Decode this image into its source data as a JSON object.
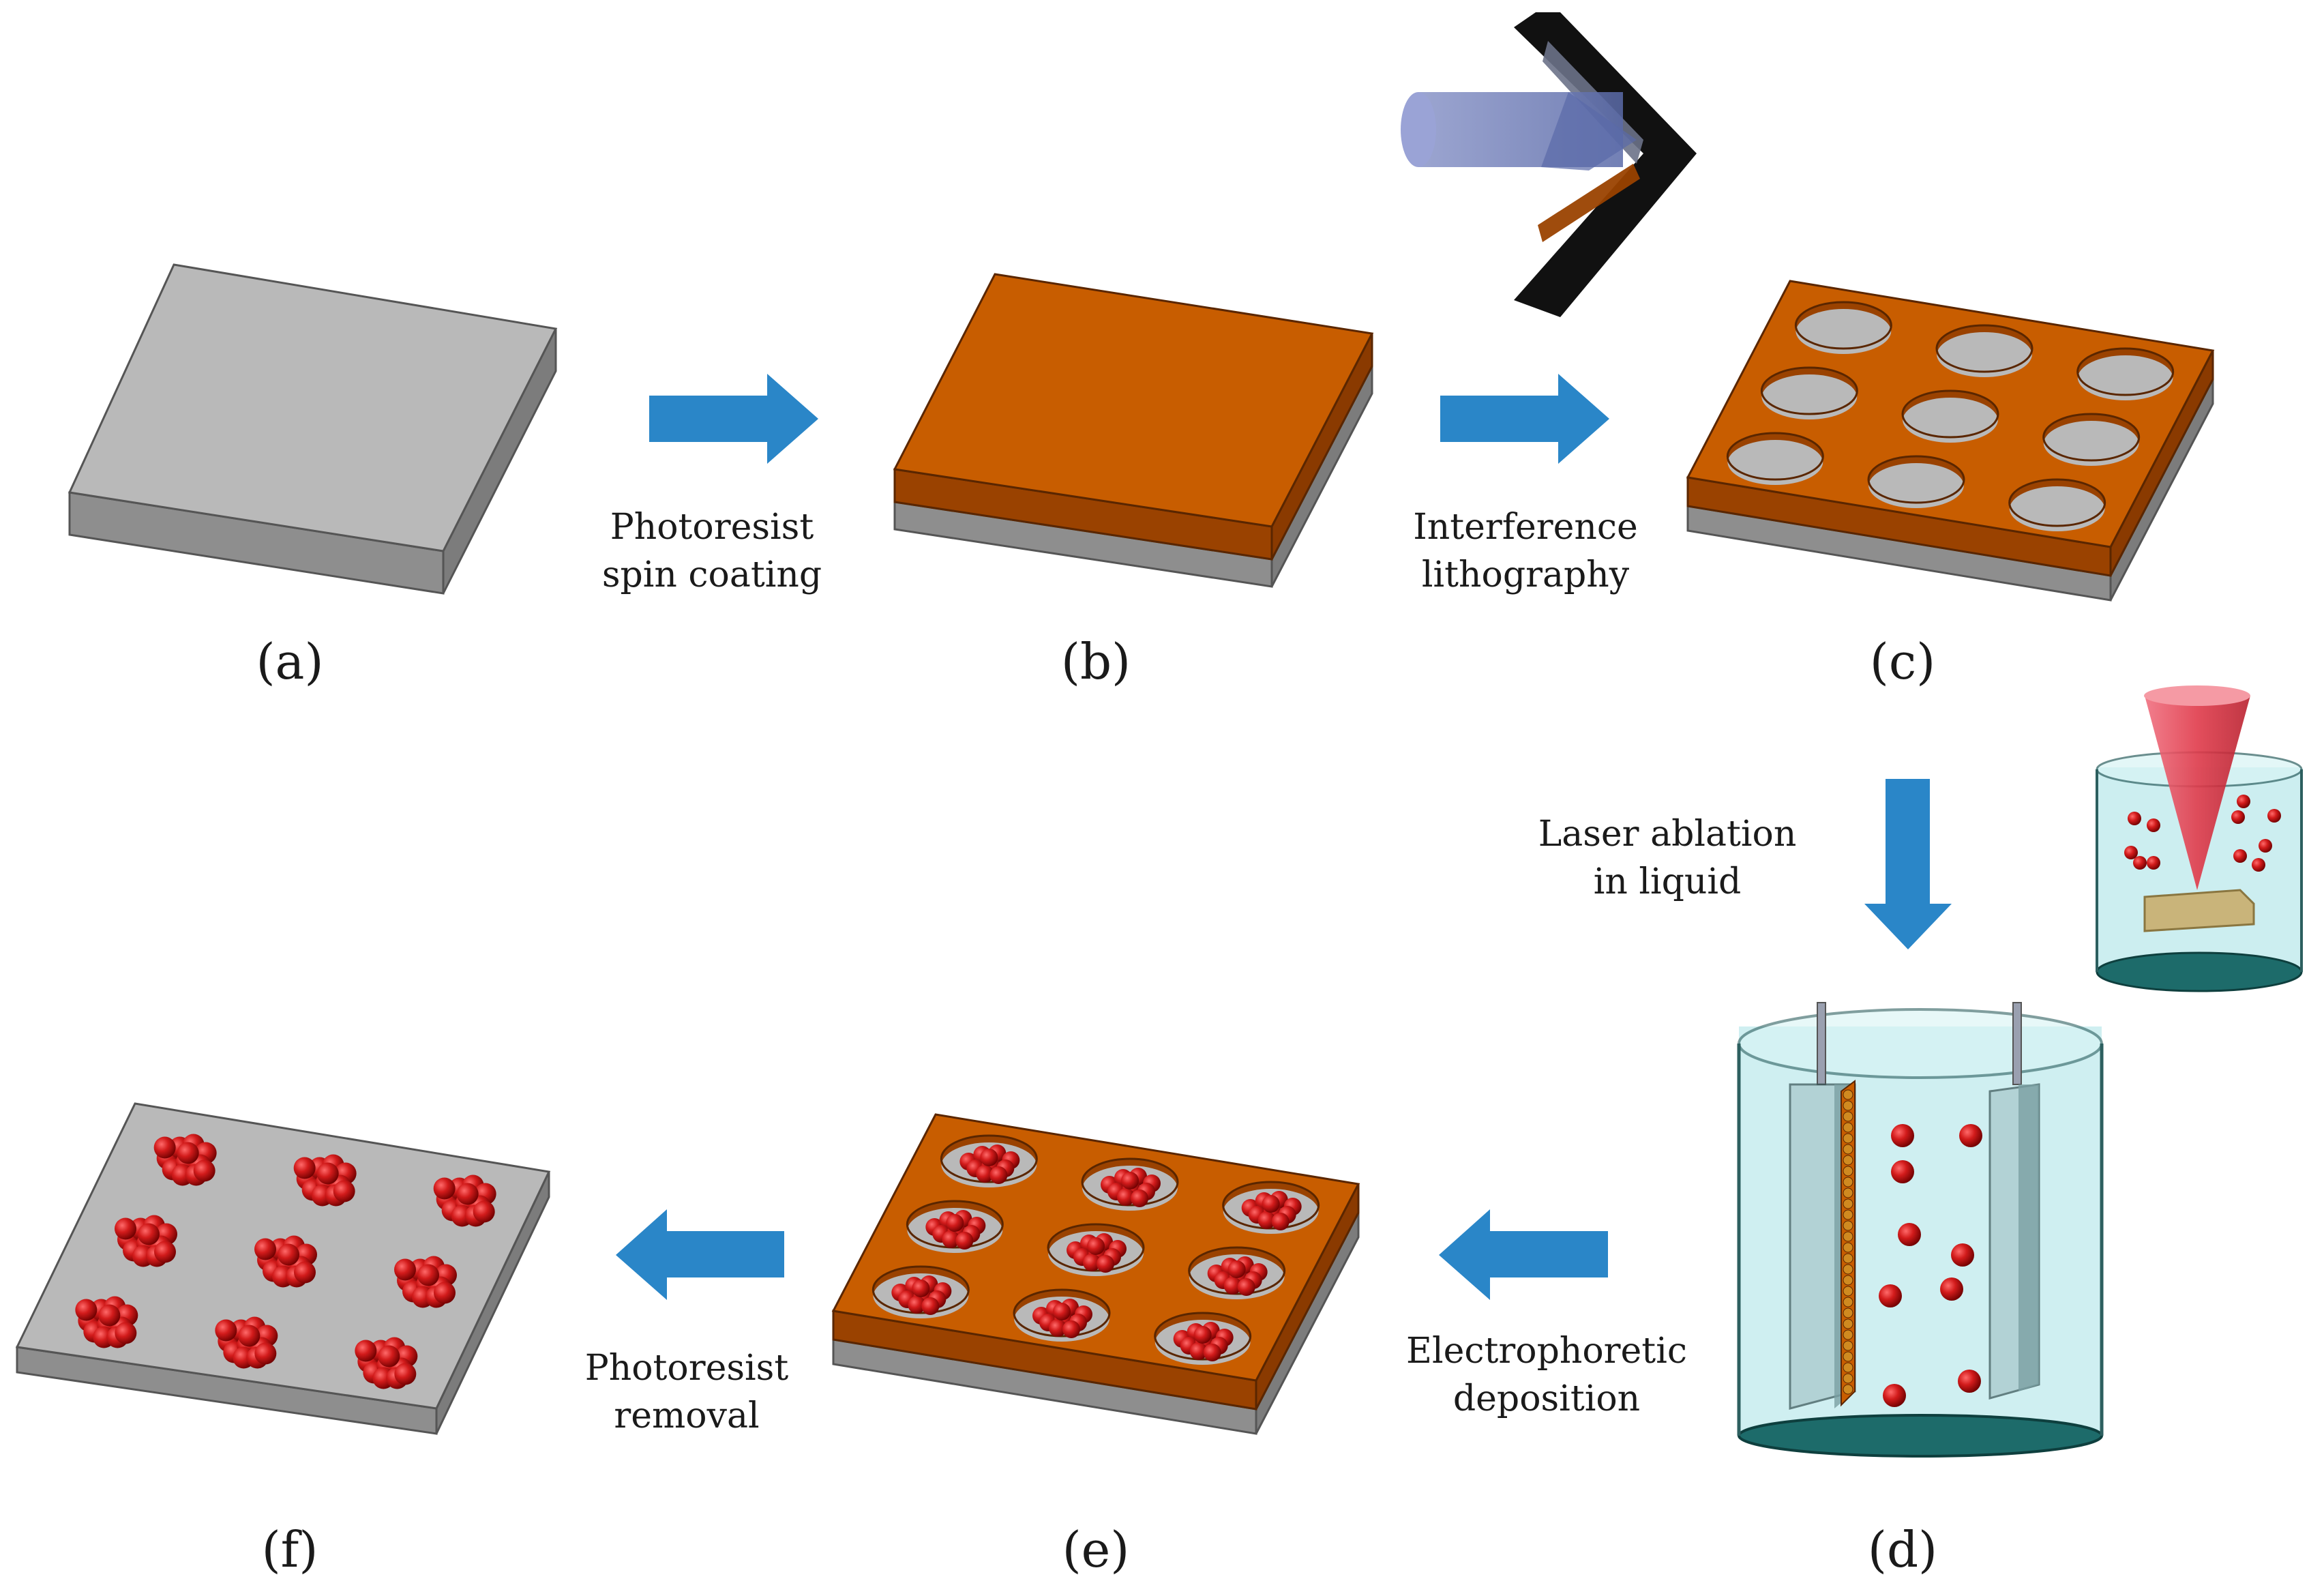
{
  "panels": {
    "a": "(a)",
    "b": "(b)",
    "c": "(c)",
    "d": "(d)",
    "e": "(e)",
    "f": "(f)"
  },
  "steps": {
    "spin_coating": {
      "line1": "Photoresist",
      "line2": "spin coating"
    },
    "lithography": {
      "line1": "Interference",
      "line2": "lithography"
    },
    "ablation": {
      "line1": "Laser ablation",
      "line2": "in liquid"
    },
    "deposition": {
      "line1": "Electrophoretic",
      "line2": "deposition"
    },
    "removal": {
      "line1": "Photoresist",
      "line2": "removal"
    }
  },
  "colors": {
    "arrow": "#2a86c8",
    "substrate_top": "#b9b9b9",
    "substrate_side": "#8e8e8e",
    "photoresist_top": "#c85d00",
    "photoresist_side": "#9a4200",
    "nanoparticle": "#c81414",
    "liquid": "#bfeaec",
    "beaker_bottom": "#1d6b6a",
    "laser_beam": "#e03a4a"
  },
  "icons": {
    "step_arrow": "right-arrow-icon",
    "reverse_arrow": "left-arrow-icon",
    "down_arrow": "down-arrow-icon"
  }
}
